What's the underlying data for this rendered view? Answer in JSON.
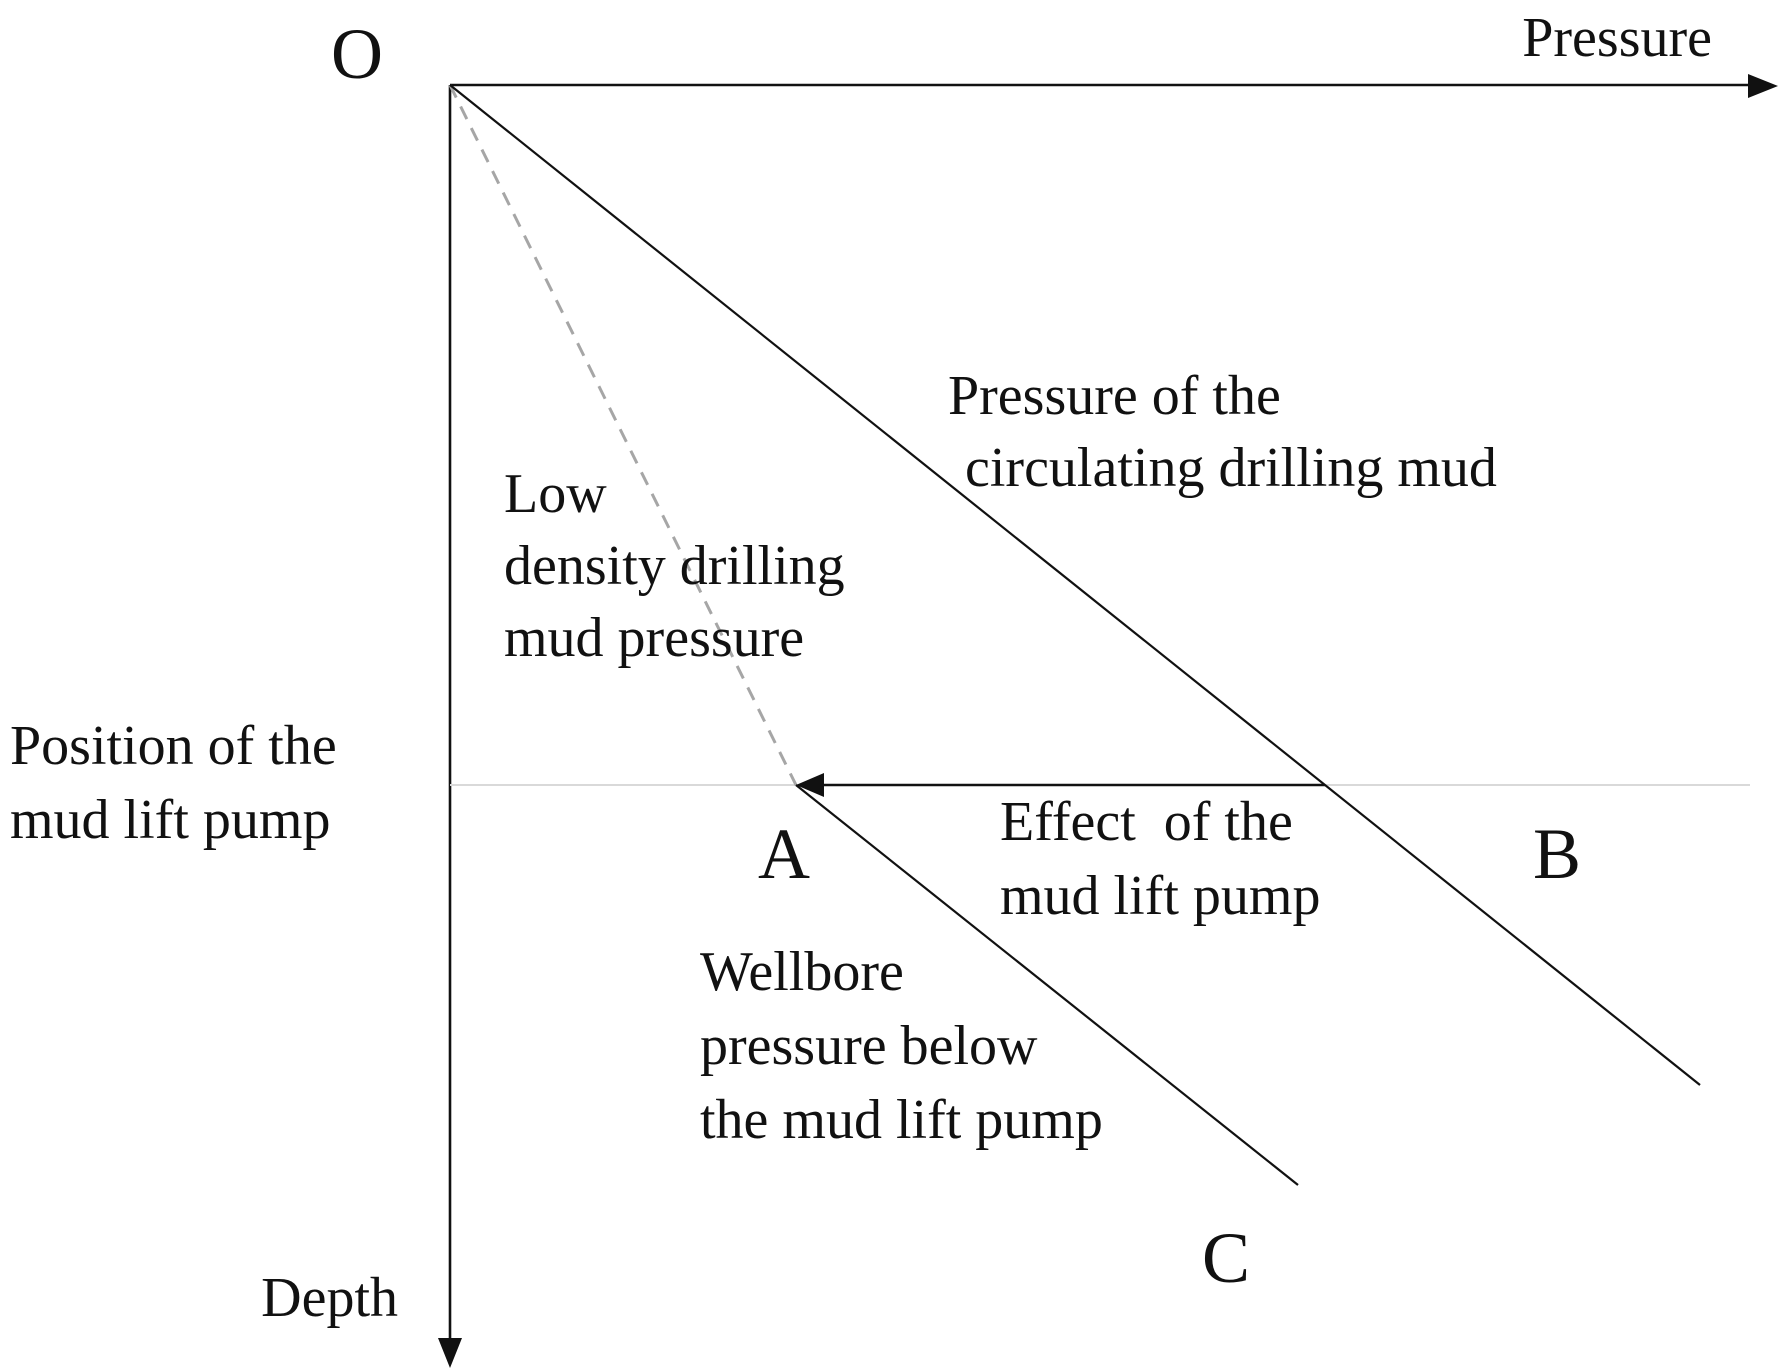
{
  "axes": {
    "origin_label": "O",
    "x_label": "Pressure",
    "y_label": "Depth"
  },
  "pump_position_label": [
    "Position of the",
    "mud lift pump"
  ],
  "points": {
    "a": "A",
    "b": "B",
    "c": "C"
  },
  "annotations": {
    "low_density": [
      "Low",
      "density drilling",
      "mud pressure"
    ],
    "circulating": [
      "Pressure of the",
      "circulating drilling mud"
    ],
    "pump_effect": [
      "Effect  of the",
      "mud lift pump"
    ],
    "wellbore": [
      "Wellbore",
      "pressure below",
      "the mud lift pump"
    ]
  },
  "colors": {
    "line": "#111111",
    "dashed_line": "#a6a6a6",
    "guide_line": "#d9d9d9",
    "background": "#ffffff"
  }
}
